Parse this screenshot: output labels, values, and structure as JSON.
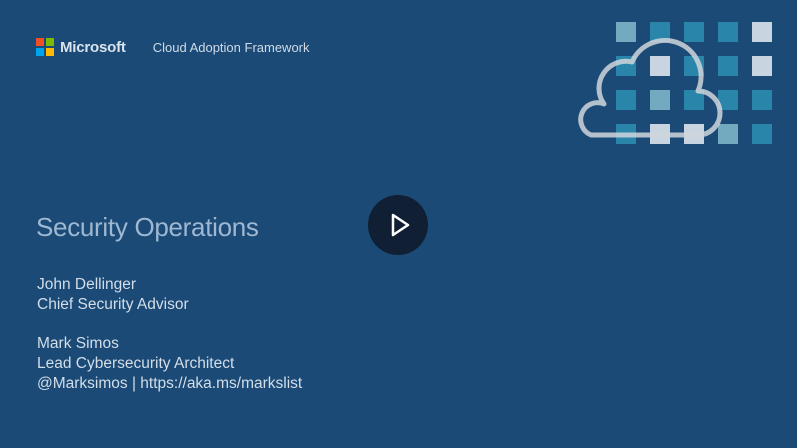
{
  "header": {
    "brand": "Microsoft",
    "product": "Cloud Adoption Framework"
  },
  "brand_colors": [
    "#f25022",
    "#7fba00",
    "#00a4ef",
    "#ffb900"
  ],
  "background_color": "#1b4a76",
  "slide": {
    "title": "Security Operations",
    "presenters": [
      {
        "name": "John Dellinger",
        "role": "Chief Security Advisor"
      },
      {
        "name": "Mark Simos",
        "role": "Lead Cybersecurity Architect",
        "contact": "@Marksimos | https://aka.ms/markslist"
      }
    ]
  },
  "player": {
    "play_icon": "play-icon"
  },
  "decoration": {
    "icon": "cloud-grid-icon"
  }
}
